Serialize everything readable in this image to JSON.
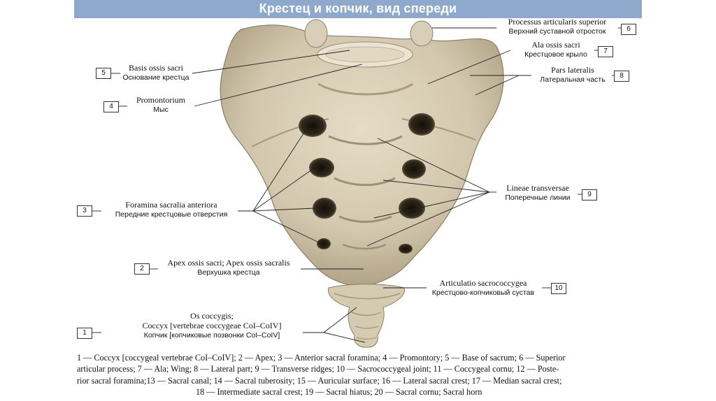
{
  "header": {
    "title": "Крестец и копчик, вид спереди"
  },
  "labels": [
    {
      "num": "1",
      "lines": [
        "Os coccygis;",
        "Coccyx [vertebrae coccygeae CoI–CoIV]"
      ],
      "ru": "Копчик [копчиковые позвонки CoI–CoIV]"
    },
    {
      "num": "2",
      "lines": [
        "Apex ossis sacri; Apex ossis sacralis"
      ],
      "ru": "Верхушка крестца"
    },
    {
      "num": "3",
      "lines": [
        "Foramina sacralia anteriora"
      ],
      "ru": "Передние крестцовые отверстия"
    },
    {
      "num": "4",
      "lines": [
        "Promontorium"
      ],
      "ru": "Мыс"
    },
    {
      "num": "5",
      "lines": [
        "Basis ossis sacri"
      ],
      "ru": "Основание крестца"
    },
    {
      "num": "6",
      "lines": [
        "Processus articularis superior"
      ],
      "ru": "Верхний суставной отросток"
    },
    {
      "num": "7",
      "lines": [
        "Ala ossis sacri"
      ],
      "ru": "Крестцовое крыло"
    },
    {
      "num": "8",
      "lines": [
        "Pars lateralis"
      ],
      "ru": "Латеральная часть"
    },
    {
      "num": "9",
      "lines": [
        "Lineae transversae"
      ],
      "ru": "Поперечные линии"
    },
    {
      "num": "10",
      "lines": [
        "Articulatio sacrococcygea"
      ],
      "ru": "Крестцово-копчиковый сустав"
    }
  ],
  "legend": {
    "lines": [
      "1 — Coccyx [coccygeal vertebrae CoI–CoIV]; 2 — Apex; 3 — Anterior sacral foramina; 4 — Promontory; 5 — Base of sacrum; 6 — Superior",
      "articular process; 7 — Ala; Wing; 8 — Lateral part; 9 — Transverse ridges; 10 — Sacrococcygeal joint; 11 — Coccygeal cornu; 12 — Poste-",
      "rior sacral foramina;13 — Sacral canal; 14 — Sacral tuberosity; 15 — Auricular surface; 16 — Lateral sacral crest; 17 — Median sacral crest;",
      "18 — Intermediate sacral crest; 19 — Sacral hiatus; 20 — Sacral cornu; Sacral horn"
    ]
  },
  "colors": {
    "banner": "#8ea9cc",
    "bone": "#d7cdb6",
    "bone_shadow": "#8c7f66",
    "foramen": "#2b2418"
  }
}
